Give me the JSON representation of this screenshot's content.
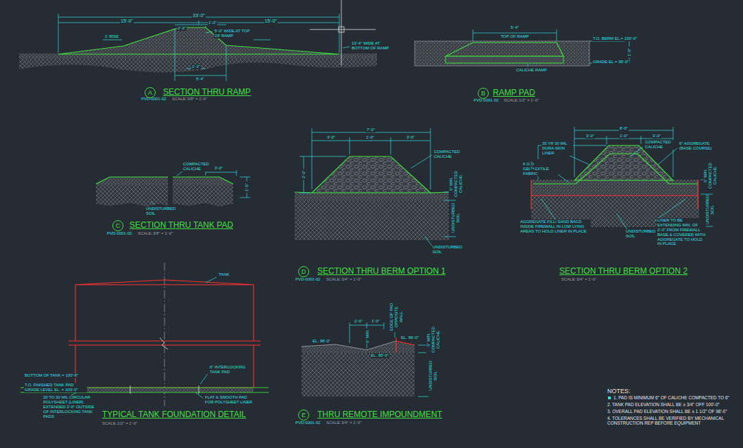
{
  "diagram": {
    "nodes": [
      {
        "text": [
          "A"
        ]
      },
      {
        "text": [
          "B"
        ]
      },
      {
        "text": [
          "C"
        ]
      },
      {
        "text": [
          "D"
        ]
      },
      {
        "text": [
          "E"
        ]
      }
    ],
    "labels": [
      "33'-0\"",
      "15'-0\"",
      "15'-0\"",
      "2'-3\"",
      "1'-0\"",
      "5'-0\" WIDE AT TOP OF RAMP",
      "1' RISE",
      "13'-4\" WIDE AT BOTTOM OF RAMP",
      "2'-3\"",
      "5'-4\"",
      "SECTION THRU RAMP",
      "PVD-0001-02",
      "SCALE:",
      "3/8\" = 1'-0\"",
      "5'-4\"",
      "TOP OF RAMP",
      "T.O. BERM EL.= 100'-0\"",
      "1'-0\"",
      "GRADE EL.= 98'-0\"",
      "CALICHE RAMP",
      "RAMP PAD",
      "PVD-0001-02",
      "SCALE:",
      "1/2\" = 1'-0\"",
      "COMPACTED CALICHE",
      "3'-0\"",
      "1'-5\"",
      "UNDISTURBED SOIL",
      "SECTION THRU TANK PAD",
      "PVD-0001-02",
      "SCALE:",
      "3/8\" = 1'-0\"",
      "7'-0\"",
      "3'-0\"",
      "1'-0\"",
      "3'-0\"",
      "2'-0\"",
      "COMPACTED CALICHE",
      "6\" MIN. COMPACTED CALICHE",
      "UNDISTURBED SOIL",
      "UNDISTURBED SOIL",
      "SECTION THRU BERM OPTION 1",
      "PVD-0001-02",
      "SCALE:",
      "3/4\" = 1'-0\"",
      "8'-0\"",
      "3'-0\"",
      "1'-0\"",
      "3'-0\"",
      "20 YR 30 MIL DURA-SKIN LINER",
      "6 OZ GEOTEXTILE FABRIC",
      "COMPACTED CALICHE",
      "6\" AGGREGATE (BASE COURSE)",
      "2'-0\"",
      "6\" MIN. COMPACTED CALICHE",
      "UNDISTURBED SOIL",
      "AGGREGATE FILL/ SAND BAGS INSIDE FIREWALL IN LOW LYING AREAS TO HOLD LINER IN PLACE",
      "UNDISTURBED SOIL",
      "LINER TO BE EXTENDING MIN. OF 2'-0\" FROM FIREWALL BASE & COVERED WITH AGGREGATE TO HOLD IN PLACE",
      "SECTION THRU BERM OPTION 2",
      "SCALE:",
      "3/4\" = 1'-0\"",
      "TANK",
      "BOTTOM OF TANK = 100'-6\"",
      "T.O. FINISHED TANK PAD GRADE LEVEL EL. = 100'-0\"",
      "20 TO 30 MIL CIRCULAR POLYSHEET (LINER) EXTENDED 3'-0\" OUTSIDE OF INTERLOCKING TANK PADS",
      "6\" INTERLOCKING TANK PAD",
      "FLAT & SMOOTH PAD FOR POLYSHEET LINER",
      "TYPICAL TANK FOUNDATION DETAIL",
      "SCALE:",
      "1/2\" = 1'-0\"",
      "2'-0\"",
      "1'-0\"",
      "EDGE OF PAD OPPOSITE WALL",
      "EL. 98'-0\"",
      "6\" MIN.",
      "EL. 99'-0\"",
      "EL. 95'-0\"",
      "6\" MIN. COMPACTED CALICHE",
      "UNDISTURBED SOIL",
      "THRU REMOTE IMPOUNDMENT",
      "PVD-0001-02",
      "SCALE:",
      "3/4\" = 1'-0\"",
      "NOTES:",
      "1. PAD IS MINIMUM 6\" OF CALICHE COMPACTED TO 6\"",
      "2. TANK PAD ELEVATION SHALL BE ± 3/4\" OFF 100'-0\"",
      "3. OVERALL PAD ELEVATION SHALL BE ± 1 1/2\" OF 98'-0\"",
      "4. TOLERANCES SHALL BE VERIFIED BY MECHANICAL CONSTRUCTION REP BEFORE EQUIPMENT"
    ]
  }
}
